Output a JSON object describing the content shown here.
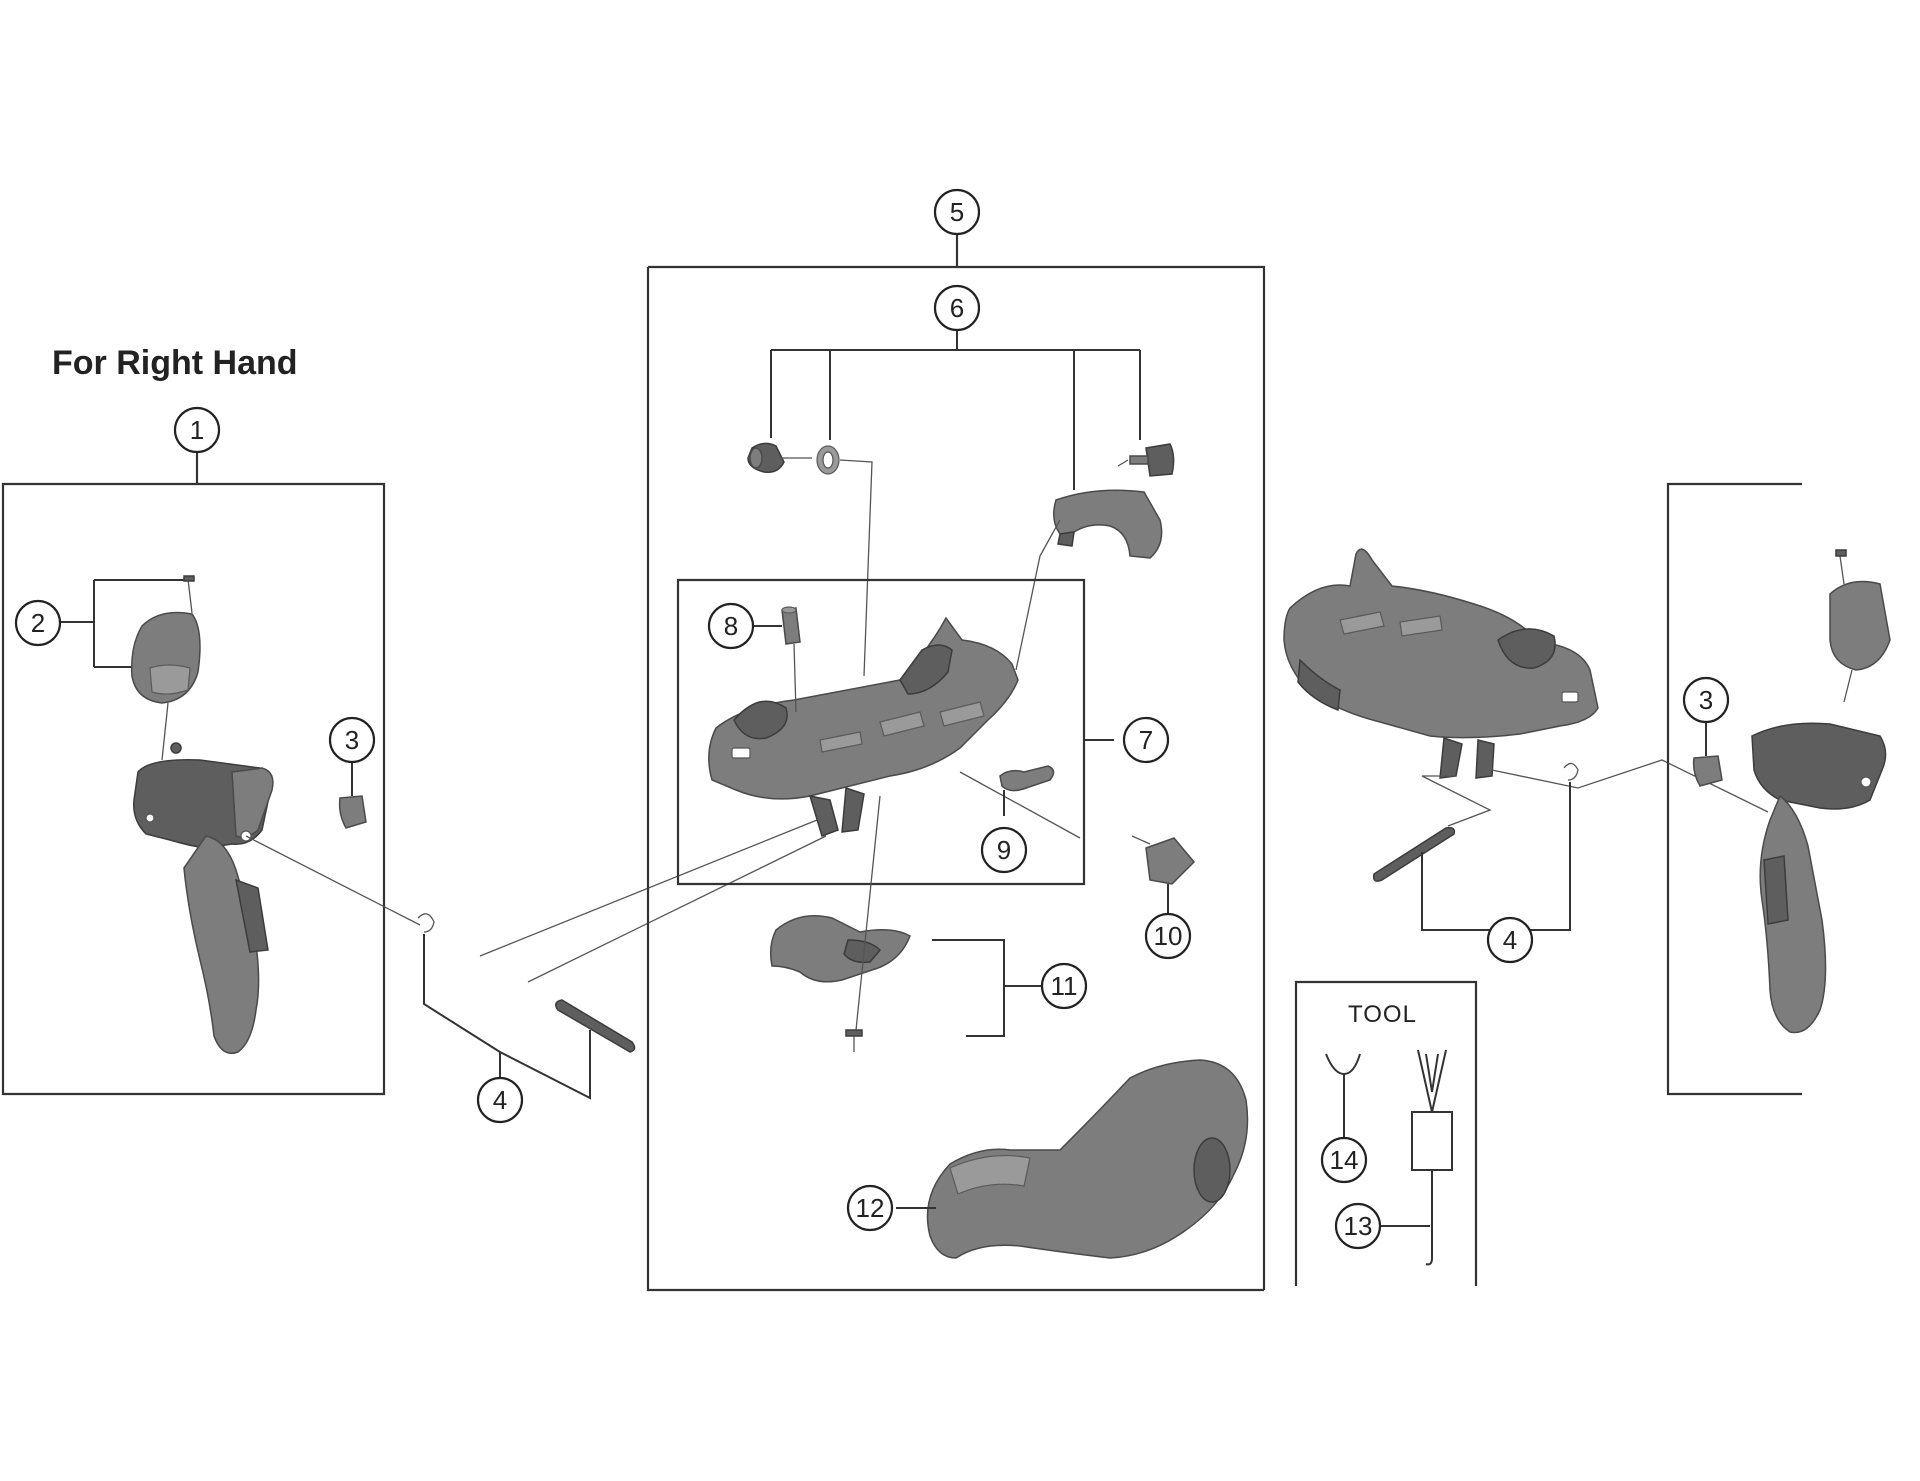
{
  "diagram": {
    "heading": "For Right Hand",
    "tool_box_label": "TOOL",
    "callouts": {
      "c1": "1",
      "c2": "2",
      "c3_left": "3",
      "c3_right": "3",
      "c4_left": "4",
      "c4_right": "4",
      "c5": "5",
      "c6": "6",
      "c7": "7",
      "c8": "8",
      "c9": "9",
      "c10": "10",
      "c11": "11",
      "c12": "12",
      "c13": "13",
      "c14": "14"
    }
  }
}
